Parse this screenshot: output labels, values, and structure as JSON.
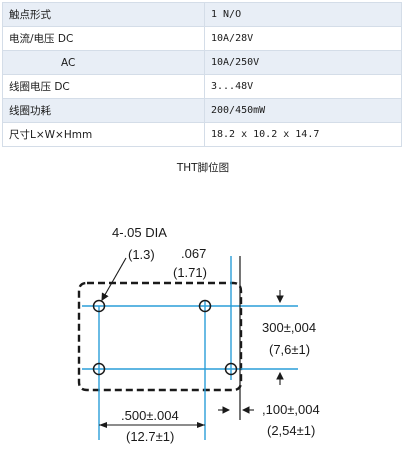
{
  "specs": [
    {
      "label": "触点形式",
      "value": "1 N/O"
    },
    {
      "label": "电流/电压 DC",
      "value": "10A/28V"
    },
    {
      "label": "AC",
      "value": "10A/250V"
    },
    {
      "label": "线圈电压 DC",
      "value": "3...48V"
    },
    {
      "label": "线圈功耗",
      "value": "200/450mW"
    },
    {
      "label": "尺寸L×W×Hmm",
      "value": "18.2 x 10.2 x 14.7"
    }
  ],
  "caption": "THT脚位图",
  "diagram": {
    "hole_dia": "4-.05 DIA",
    "hole_dia_metric": "(1.3)",
    "offset": ".067",
    "offset_metric": "(1.71)",
    "pitch_v": "300±,004",
    "pitch_v_metric": "(7,6±1)",
    "pitch_h": ".500±.004",
    "pitch_h_metric": "(12.7±1)",
    "pitch_s": ",100±,004",
    "pitch_s_metric": "(2,54±1)"
  },
  "colors": {
    "table_shade": "#e8eef6",
    "table_border": "#d4dde8",
    "dimension_line": "#2a9ed8"
  }
}
